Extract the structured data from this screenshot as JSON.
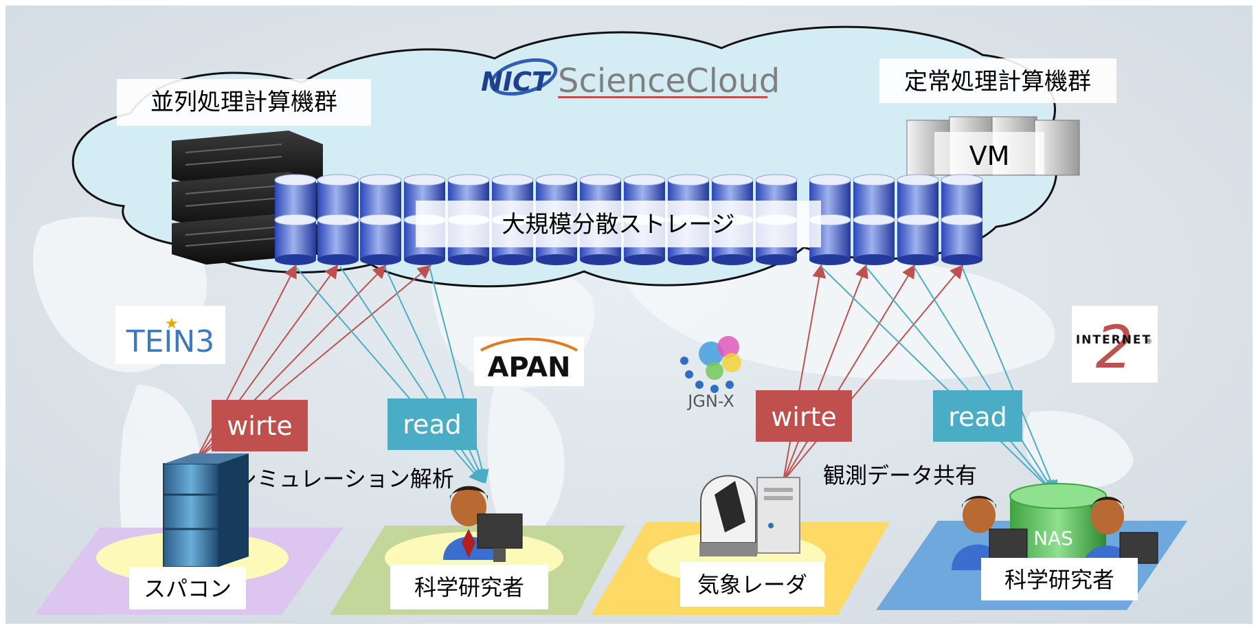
{
  "logo_nict": "NICT",
  "logo_science": "ScienceCloud",
  "label_parallel": "並列処理計算機群",
  "label_routine": "定常処理計算機群",
  "label_vm": "VM",
  "label_storage": "大規模分散ストレージ",
  "logo_tein": "TEIN3",
  "logo_apan": "APAN",
  "logo_jgn": "JGN-X",
  "logo_internet2": "INTERNET",
  "logo_internet2_num": "2",
  "logo_internet2_reg": "®",
  "tag_write_left": "wirte",
  "tag_read_left": "read",
  "tag_write_right": "wirte",
  "tag_read_right": "read",
  "caption_simulation": "シミュレーション解析",
  "caption_observation": "観測データ共有",
  "platform_supercomputer": "スパコン",
  "platform_scientist_1": "科学研究者",
  "platform_radar": "気象レーダ",
  "platform_scientist_2": "科学研究者",
  "label_nas": "NAS",
  "colors": {
    "write": "#c0504d",
    "read": "#4bacc6",
    "cloud": "#d4ecf3",
    "platform_purple": "#dcc6ef",
    "platform_green": "#c4d79b",
    "platform_yellow": "#ffd966",
    "platform_blue": "#6fa8dc",
    "disk_blue": "#2f4fbf",
    "nas_green": "#5cc05c"
  }
}
